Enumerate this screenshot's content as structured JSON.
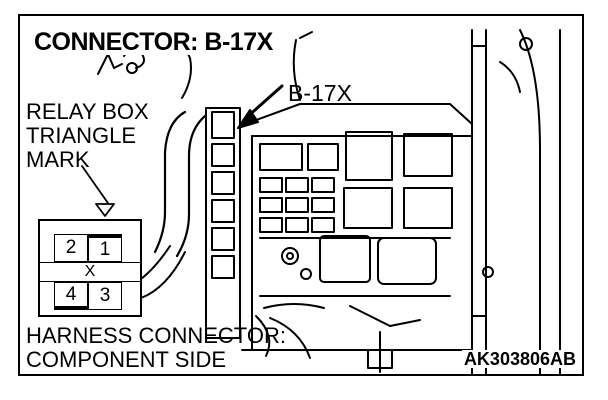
{
  "diagram": {
    "title": "CONNECTOR: B-17X",
    "callout_label": "B-17X",
    "relay_box_mark": [
      "RELAY BOX",
      "TRIANGLE",
      "MARK"
    ],
    "pinout": {
      "top_row": [
        "2",
        "1"
      ],
      "center_mark": "X",
      "bottom_row": [
        "4",
        "3"
      ]
    },
    "harness_side": [
      "HARNESS CONNECTOR:",
      "COMPONENT SIDE"
    ],
    "figure_code": "AK303806AB"
  }
}
